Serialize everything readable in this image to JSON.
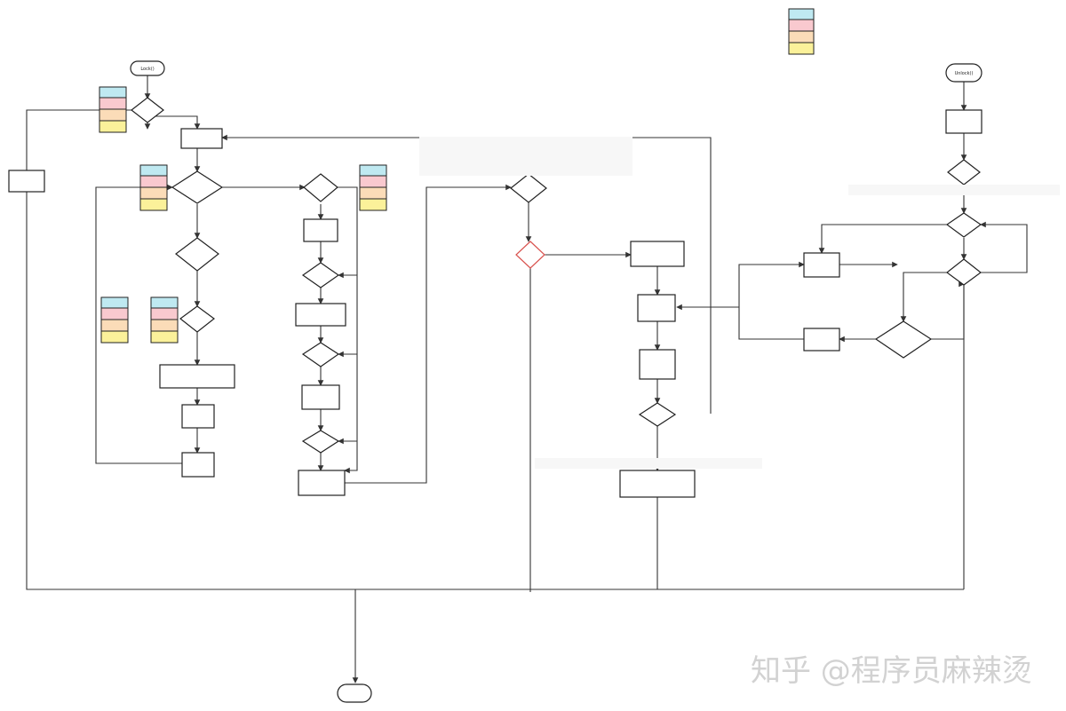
{
  "colors": {
    "cyan": "#bfe9f1",
    "pink": "#f9c9cf",
    "peach": "#fbdcb8",
    "yellow": "#fbf19a",
    "line": "#333333",
    "red": "#d9534f",
    "green": "#3aa24a",
    "comment": "#d07a2a"
  },
  "nodes": {
    "lock_start": "Lock()",
    "lock_state_zero": "",
    "cas_lock": "",
    "loop_try_lock": "",
    "check_normal": "",
    "check_waiters": "",
    "check_wake": "",
    "try_to_be_woken": "",
    "spin": "",
    "spin_again": "",
    "state_normal_q": "",
    "add_lock": "",
    "state_starving": "",
    "waiters_plus": "",
    "set_starving": "",
    "starving_mode": "",
    "woken_check": "",
    "clear_woken": "",
    "cas_new_state": "",
    "old_state_check": "",
    "join_queue": "",
    "wake_goroutine": "",
    "goroutine_is_first": "",
    "starving_check": "",
    "get_lock": "",
    "unlock_start": "Unlock()",
    "direct_unlock": "",
    "state_check_zero": "",
    "state_normal_check": "",
    "waiting_check": "",
    "wake_queue_1": "",
    "wake_queue_2": "",
    "cas_queue": "",
    "end": ""
  },
  "edge_labels": {
    "yes": "",
    "no": ""
  },
  "comments": {
    "code_lines": [
      "",
      "",
      "",
      "",
      ""
    ],
    "unlock_note": "",
    "starving_note": ""
  },
  "state_key_top": {
    "cells": [
      "",
      "",
      "",
      ""
    ]
  },
  "state_key_lock": {
    "cells": [
      "",
      "",
      "",
      ""
    ]
  },
  "state_key_left": {
    "cells": [
      "",
      "",
      ""
    ]
  },
  "state_key_mid": {
    "cells": [
      "",
      "",
      "",
      ""
    ]
  },
  "state_key_bottom_left": {
    "cells": [
      "",
      "",
      ""
    ]
  },
  "state_key_bottom_right": {
    "cells": [
      "",
      "",
      ""
    ]
  },
  "watermark": "知乎 @程序员麻辣烫"
}
